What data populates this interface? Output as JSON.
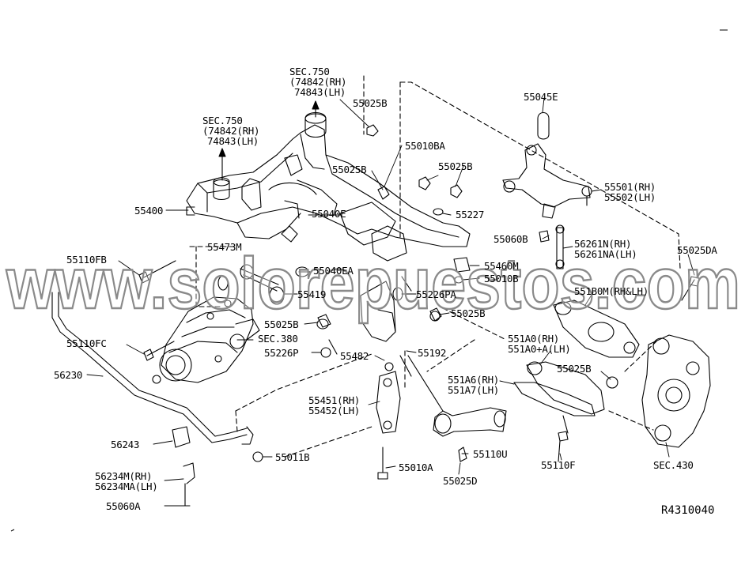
{
  "diagram_code": "R4310040",
  "watermark": "www.solorepuestos.com",
  "labels": [
    {
      "id": "sec750-top",
      "lines": [
        "SEC.750",
        "(74842(RH)",
        "74843(LH)"
      ]
    },
    {
      "id": "sec750-left",
      "lines": [
        "SEC.750",
        "(74842(RH)",
        "74843(LH)"
      ]
    },
    {
      "id": "p55025B-1",
      "lines": [
        "55025B"
      ]
    },
    {
      "id": "p55045E",
      "lines": [
        "55045E"
      ]
    },
    {
      "id": "p55010BA",
      "lines": [
        "55010BA"
      ]
    },
    {
      "id": "p55025B-2",
      "lines": [
        "55025B"
      ]
    },
    {
      "id": "p55025B-3",
      "lines": [
        "55025B"
      ]
    },
    {
      "id": "p55501",
      "lines": [
        "55501(RH)",
        "55502(LH)"
      ]
    },
    {
      "id": "p55400",
      "lines": [
        "55400"
      ]
    },
    {
      "id": "p55040E",
      "lines": [
        "55040E"
      ]
    },
    {
      "id": "p55227",
      "lines": [
        "55227"
      ]
    },
    {
      "id": "p55060B",
      "lines": [
        "55060B"
      ]
    },
    {
      "id": "p56261N",
      "lines": [
        "56261N(RH)",
        "56261NA(LH)"
      ]
    },
    {
      "id": "p55473M",
      "lines": [
        "55473M"
      ]
    },
    {
      "id": "p55460M",
      "lines": [
        "55460M"
      ]
    },
    {
      "id": "p55025DA",
      "lines": [
        "55025DA"
      ]
    },
    {
      "id": "p55110FB",
      "lines": [
        "55110FB"
      ]
    },
    {
      "id": "p55040EA",
      "lines": [
        "55040EA"
      ]
    },
    {
      "id": "p55010B",
      "lines": [
        "55010B"
      ]
    },
    {
      "id": "p551B0M",
      "lines": [
        "551B0M(RH&LH)"
      ]
    },
    {
      "id": "p55419",
      "lines": [
        "55419"
      ]
    },
    {
      "id": "p55226PA",
      "lines": [
        "55226PA"
      ]
    },
    {
      "id": "p55025B-4",
      "lines": [
        "55025B"
      ]
    },
    {
      "id": "p55025B-5",
      "lines": [
        "55025B"
      ]
    },
    {
      "id": "p55110FC",
      "lines": [
        "55110FC"
      ]
    },
    {
      "id": "sec380",
      "lines": [
        "SEC.380"
      ]
    },
    {
      "id": "p551A0",
      "lines": [
        "551A0(RH)",
        "551A0+A(LH)"
      ]
    },
    {
      "id": "p55226P",
      "lines": [
        "55226P"
      ]
    },
    {
      "id": "p55482",
      "lines": [
        "55482"
      ]
    },
    {
      "id": "p55192",
      "lines": [
        "55192"
      ]
    },
    {
      "id": "p55025B-6",
      "lines": [
        "55025B"
      ]
    },
    {
      "id": "p56230",
      "lines": [
        "56230"
      ]
    },
    {
      "id": "p551A6",
      "lines": [
        "551A6(RH)",
        "551A7(LH)"
      ]
    },
    {
      "id": "p55451",
      "lines": [
        "55451(RH)",
        "55452(LH)"
      ]
    },
    {
      "id": "p56243",
      "lines": [
        "56243"
      ]
    },
    {
      "id": "p55110U",
      "lines": [
        "55110U"
      ]
    },
    {
      "id": "p55011B",
      "lines": [
        "55011B"
      ]
    },
    {
      "id": "p55010A",
      "lines": [
        "55010A"
      ]
    },
    {
      "id": "p55110F",
      "lines": [
        "55110F"
      ]
    },
    {
      "id": "sec430",
      "lines": [
        "SEC.430"
      ]
    },
    {
      "id": "p56234M",
      "lines": [
        "56234M(RH)",
        "56234MA(LH)"
      ]
    },
    {
      "id": "p55025D",
      "lines": [
        "55025D"
      ]
    },
    {
      "id": "p55060A",
      "lines": [
        "55060A"
      ]
    }
  ]
}
